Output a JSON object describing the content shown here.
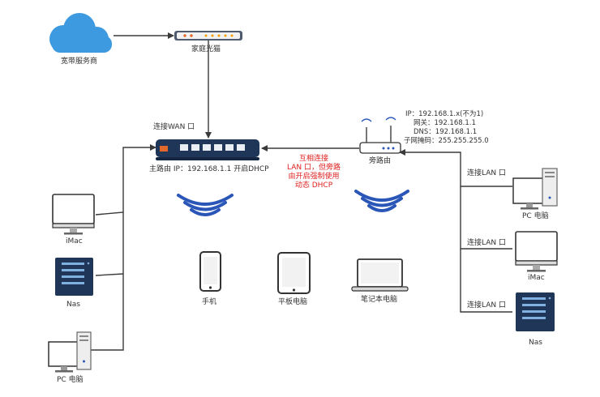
{
  "labels": {
    "isp": "宽带服务商",
    "modem": "家庭光猫",
    "wan_port": "连接WAN 口",
    "main_router": "主路由 IP：192.168.1.1 开启DHCP",
    "interconnect_note": [
      "互相连接",
      "LAN 口，但旁路",
      "由开启强制使用",
      "动态 DHCP"
    ],
    "side_router": "旁路由",
    "side_router_info": {
      "ip": "IP：192.168.1.x(不为1)",
      "gateway": "网关：192.168.1.1",
      "dns": "DNS：192.168.1.1",
      "mask": "子网掩码：255.255.255.0"
    },
    "left_devices": [
      "iMac",
      "Nas",
      "PC 电脑"
    ],
    "center_devices": [
      "手机",
      "平板电脑",
      "笔记本电脑"
    ],
    "right_devices": [
      "PC 电脑",
      "iMac",
      "Nas"
    ],
    "lan_port": "连接LAN 口"
  },
  "colors": {
    "line": "#3a3a3a",
    "cloud": "#3d9ae0",
    "router": "#1f3658",
    "wifi": "#2a56b8",
    "red_note": "#e02020"
  }
}
